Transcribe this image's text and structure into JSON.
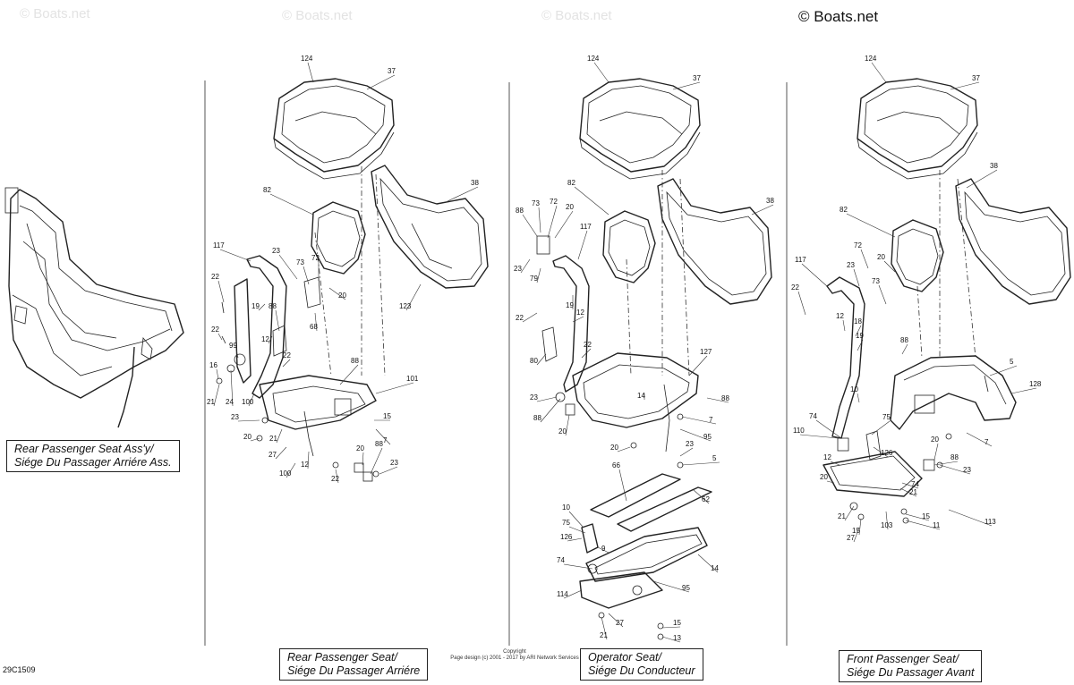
{
  "watermarks": [
    "© Boats.net",
    "© Boats.net",
    "© Boats.net",
    "© Boats.net"
  ],
  "captions": {
    "overview": [
      "Rear Passenger Seat Ass'y/",
      "Siége Du Passager Arriére Ass."
    ],
    "rear": [
      "Rear Passenger Seat/",
      "Siége Du Passager Arriére"
    ],
    "operator": [
      "Operator Seat/",
      "Siége Du Conducteur"
    ],
    "front": [
      "Front Passenger Seat/",
      "Siége Du Passager Avant"
    ]
  },
  "footer": {
    "copyright": "Copyright",
    "page_design": "Page design (c) 2001 - 2017 by ARI Network Services",
    "diagram_code": "29C1509"
  },
  "callouts": {
    "rear": [
      "124",
      "37",
      "82",
      "38",
      "117",
      "22",
      "23",
      "73",
      "72",
      "20",
      "19",
      "88",
      "68",
      "123",
      "12",
      "22",
      "99",
      "16",
      "24",
      "21",
      "22",
      "100",
      "23",
      "20",
      "21",
      "27",
      "100",
      "12",
      "88",
      "101",
      "15",
      "7",
      "20",
      "88",
      "23",
      "22"
    ],
    "operator": [
      "124",
      "37",
      "82",
      "38",
      "88",
      "73",
      "72",
      "20",
      "117",
      "23",
      "19",
      "12",
      "79",
      "22",
      "80",
      "22",
      "23",
      "14",
      "88",
      "127",
      "88",
      "20",
      "7",
      "20",
      "95",
      "23",
      "5",
      "66",
      "62",
      "10",
      "75",
      "126",
      "9",
      "74",
      "14",
      "114",
      "95",
      "21",
      "27",
      "15",
      "13"
    ],
    "front": [
      "124",
      "37",
      "82",
      "38",
      "117",
      "72",
      "20",
      "22",
      "23",
      "12",
      "73",
      "18",
      "19",
      "88",
      "5",
      "10",
      "128",
      "74",
      "110",
      "75",
      "126",
      "20",
      "88",
      "23",
      "21",
      "74",
      "7",
      "12",
      "21",
      "15",
      "103",
      "27",
      "15",
      "11",
      "113",
      "20"
    ]
  }
}
